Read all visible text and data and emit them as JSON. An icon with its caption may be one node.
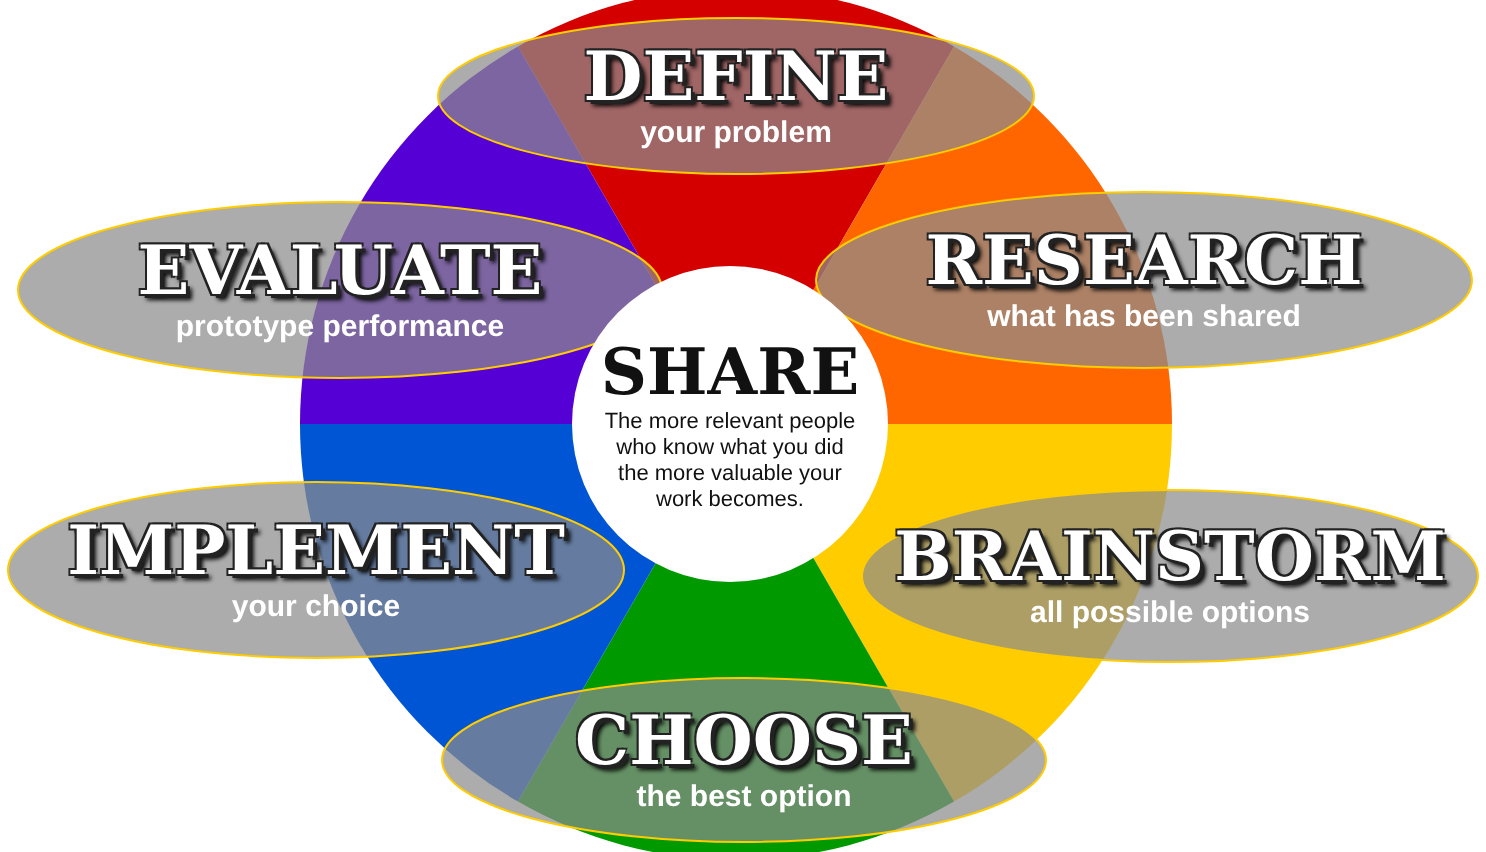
{
  "diagram": {
    "nodes": [
      {
        "text": [
          "DEFINE",
          "your problem"
        ]
      },
      {
        "text": [
          "EVALUATE",
          "prototype performance"
        ]
      },
      {
        "text": [
          "RESEARCH",
          "what has been shared"
        ]
      },
      {
        "text": [
          "SHARE",
          "The more relevant people who know what you did the more valuable your work becomes."
        ]
      },
      {
        "text": [
          "IMPLEMENT",
          "your choice"
        ]
      },
      {
        "text": [
          "BRAINSTORM",
          "all possible options"
        ]
      },
      {
        "text": [
          "CHOOSE",
          "the best option"
        ]
      }
    ]
  }
}
